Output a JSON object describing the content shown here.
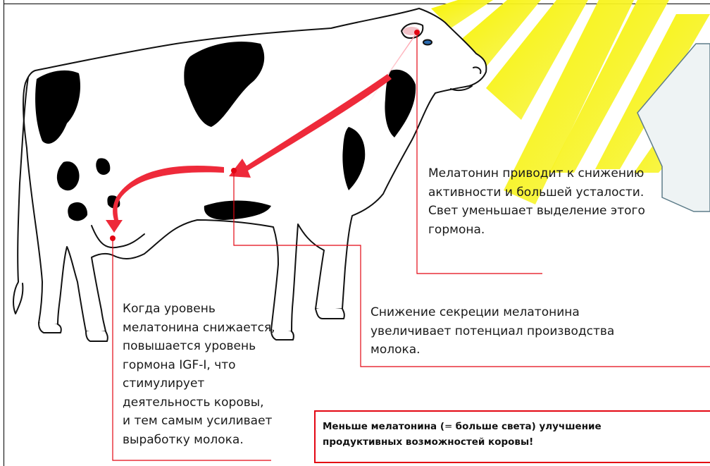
{
  "captions": {
    "melatonin_activity": "Мелатонин приводит к снижению\nактивности и большей усталости.\nСвет уменьшает выделение этого\nгормона.",
    "milk_potential": "Снижение секреции мелатонина\nувеличивает потенциал производства\nмолока.",
    "igf_hormone": "Когда уровень\nмелатонина снижается,\nповышается уровень\nгормона IGF-I, что\nстимулирует\nдеятельность коровы,\nи тем самым усиливает\nвыработку молока."
  },
  "conclusion": {
    "part1": "Меньше мелатонина (",
    "part2": "= ",
    "part3": "больше света) улучшение\nпродуктивных возможностей коровы!"
  },
  "colors": {
    "accent_red": "#e30613",
    "arrow_red": "#ee2a3a",
    "sun_ray_yellow": "#f7f300",
    "cow_outline": "#111111",
    "cow_spots": "#000000",
    "bubble_fill": "#eef3f4",
    "bubble_stroke": "#5e7d8a",
    "text": "#1a1a1a"
  }
}
